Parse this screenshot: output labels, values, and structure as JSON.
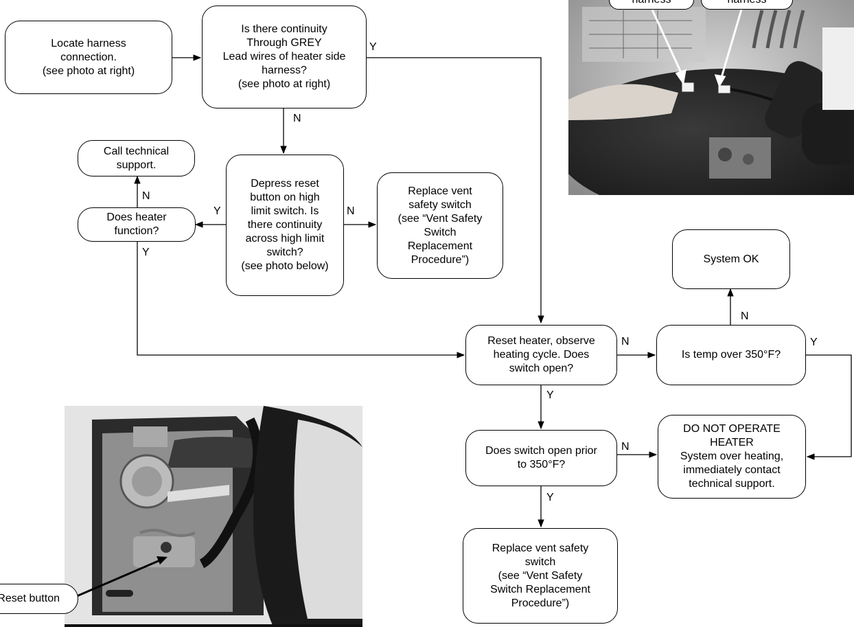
{
  "boxes": {
    "locate": "Locate harness\nconnection.\n(see photo at right)",
    "continuity": "Is there continuity\nThrough GREY\nLead wires of heater side\nharness?\n(see photo at right)",
    "call_support": "Call technical\nsupport.",
    "depress": "Depress reset\nbutton on high\nlimit switch. Is\nthere continuity\nacross high limit\nswitch?\n(see photo below)",
    "replace_vent_1": "Replace vent\nsafety switch\n(see “Vent Safety\nSwitch\nReplacement\nProcedure”)",
    "heater_function": "Does heater\nfunction?",
    "system_ok": "System OK",
    "reset_heater": "Reset heater, observe\nheating cycle. Does\nswitch open?",
    "temp": "Is temp over 350°F?",
    "do_not_operate": "DO NOT OPERATE\nHEATER\nSystem over heating,\nimmediately contact\ntechnical support.",
    "open_prior": "Does switch open prior\nto 350°F?",
    "replace_vent_2": "Replace vent safety\nswitch\n(see “Vent Safety\nSwitch Replacement\nProcedure”)"
  },
  "labels": {
    "continuity_y": "Y",
    "continuity_n": "N",
    "heater_function_n": "N",
    "depress_y": "Y",
    "depress_n": "N",
    "heater_function_y": "Y",
    "reset_n": "N",
    "temp_n": "N",
    "temp_y": "Y",
    "reset_y": "Y",
    "open_prior_n": "N",
    "open_prior_y": "Y"
  },
  "photos": {
    "top_callout_left": "harness",
    "top_callout_right": "harness",
    "bottom_callout": "Reset button"
  }
}
